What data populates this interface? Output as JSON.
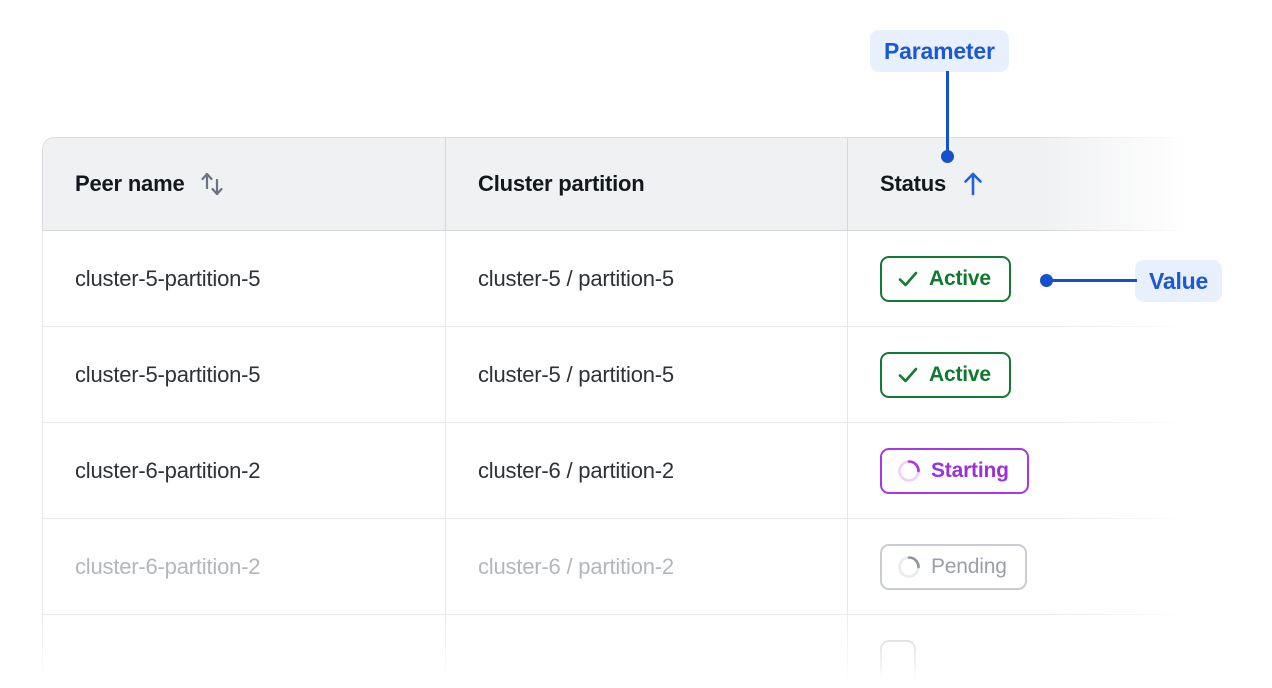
{
  "table": {
    "columns": [
      {
        "label": "Peer name",
        "sort_icon": "sort-both-icon",
        "sort_state": "none"
      },
      {
        "label": "Cluster partition",
        "sort_icon": "none",
        "sort_state": "none"
      },
      {
        "label": "Status",
        "sort_icon": "arrow-up-icon",
        "sort_state": "ascending"
      }
    ],
    "rows": [
      {
        "peer_name": "cluster-5-partition-5",
        "cluster_partition": "cluster-5 / partition-5",
        "status": "Active",
        "status_kind": "active",
        "status_icon": "check-icon",
        "muted": false
      },
      {
        "peer_name": "cluster-5-partition-5",
        "cluster_partition": "cluster-5 / partition-5",
        "status": "Active",
        "status_kind": "active",
        "status_icon": "check-icon",
        "muted": false
      },
      {
        "peer_name": "cluster-6-partition-2",
        "cluster_partition": "cluster-6 / partition-2",
        "status": "Starting",
        "status_kind": "starting",
        "status_icon": "spinner-icon",
        "muted": false
      },
      {
        "peer_name": "cluster-6-partition-2",
        "cluster_partition": "cluster-6 / partition-2",
        "status": "Pending",
        "status_kind": "pending",
        "status_icon": "spinner-icon",
        "muted": true
      },
      {
        "peer_name": "",
        "cluster_partition": "",
        "status": "",
        "status_kind": "pending",
        "status_icon": "none",
        "muted": true
      }
    ]
  },
  "annotations": {
    "parameter_label": "Parameter",
    "value_label": "Value",
    "accent_color": "#1551cc",
    "chip_background": "#e8f0fe"
  },
  "colors": {
    "header_background": "#f0f1f3",
    "text": "#2d3138",
    "muted_text": "#b3b7bd",
    "active_green": "#0f7a2e",
    "starting_purple": "#9b30dd",
    "pending_gray": "#9ba0a7"
  }
}
